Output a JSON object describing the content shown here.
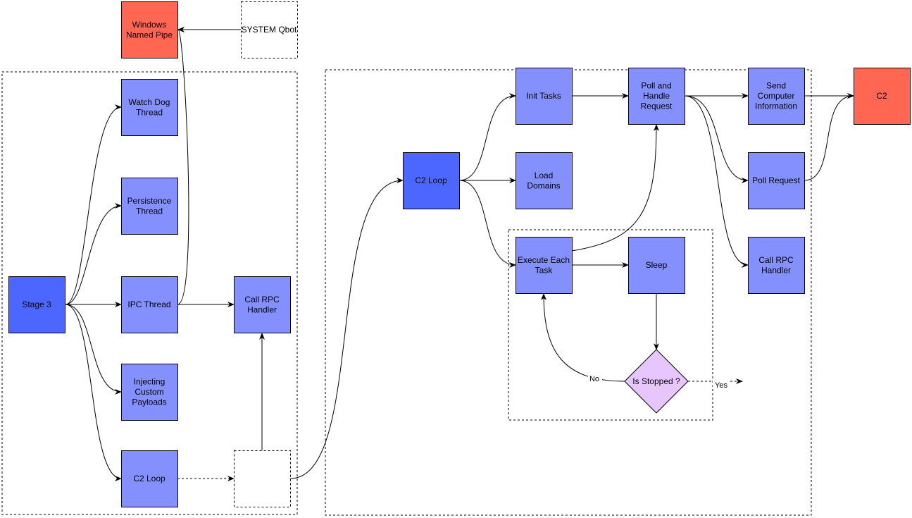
{
  "colors": {
    "light_blue": "#8590FF",
    "dark_blue": "#4C67FF",
    "red": "#FF6752",
    "diamond": "#E6C6FC",
    "white": "#FFFFFF"
  },
  "nodes": {
    "windows_named_pipe": [
      "Windows",
      "Named Pipe"
    ],
    "system_qbot": [
      "SYSTEM Qbot"
    ],
    "watch_dog_thread": [
      "Watch Dog",
      "Thread"
    ],
    "persistence_thread": [
      "Persistence",
      "Thread"
    ],
    "stage3": [
      "Stage 3"
    ],
    "ipc_thread": [
      "IPC Thread"
    ],
    "call_rpc_handler_left": [
      "Call RPC",
      "Handler"
    ],
    "injecting_custom_payloads": [
      "Injecting",
      "Custom",
      "Payloads"
    ],
    "c2_loop_left": [
      "C2 Loop"
    ],
    "empty_box": [],
    "c2_loop_main": [
      "C2 Loop"
    ],
    "init_tasks": [
      "Init Tasks"
    ],
    "load_domains": [
      "Load",
      "Domains"
    ],
    "execute_each_task": [
      "Execute Each",
      "Task"
    ],
    "sleep": [
      "Sleep"
    ],
    "is_stopped": [
      "Is Stopped ?"
    ],
    "poll_and_handle_request": [
      "Poll and",
      "Handle",
      "Request"
    ],
    "send_computer_information": [
      "Send",
      "Computer",
      "Information"
    ],
    "poll_request": [
      "Poll Request"
    ],
    "call_rpc_handler_right": [
      "Call RPC",
      "Handler"
    ],
    "c2": [
      "C2"
    ]
  },
  "edge_labels": {
    "no": "No",
    "yes": "Yes"
  }
}
